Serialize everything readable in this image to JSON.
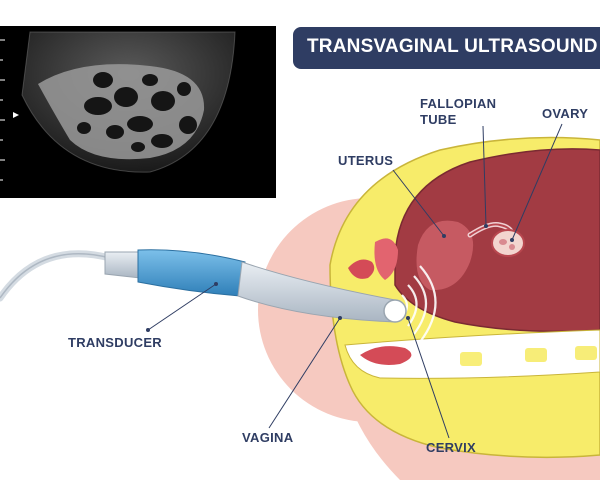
{
  "title": "TRANSVAGINAL ULTRASOUND",
  "labels": {
    "fallopian_tube_line1": "FALLOPIAN",
    "fallopian_tube_line2": "TUBE",
    "ovary": "OVARY",
    "uterus": "UTERUS",
    "transducer": "TRANSDUCER",
    "vagina": "VAGINA",
    "cervix": "CERVIX"
  },
  "colors": {
    "banner": "#2f3d63",
    "label_text": "#2f3d63",
    "uterus_fill": "#a23b43",
    "tissue_yellow": "#f7ec6a",
    "skin_pink": "#f6c9c0",
    "probe_blue": "#5aa8dc"
  },
  "icons": {
    "ultrasound_scan": "ultrasound-image",
    "probe": "transducer-probe"
  }
}
